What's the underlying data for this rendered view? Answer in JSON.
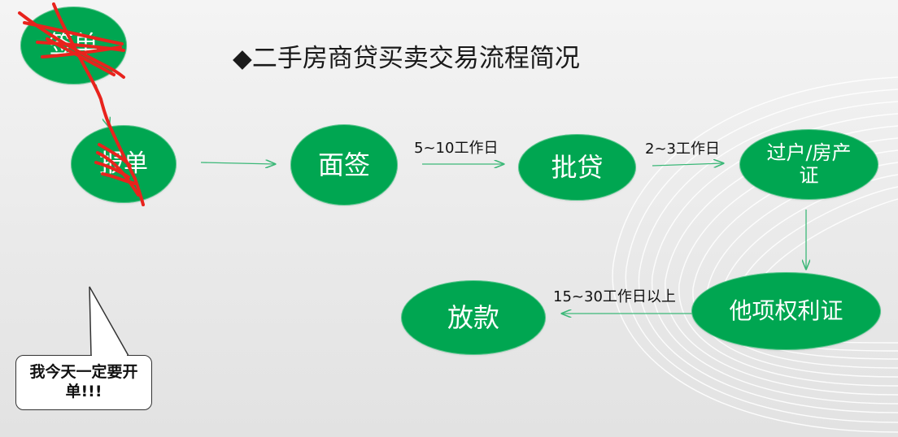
{
  "title": "◆二手房商贷买卖交易流程简况",
  "nodes": {
    "sign": "签单",
    "approve_order": "报单",
    "interview": "面签",
    "loan_approval": "批贷",
    "transfer": "过户/房产证",
    "other_rights": "他项权利证",
    "disbursement": "放款"
  },
  "edge_labels": {
    "interview_to_loan": "5~10工作日",
    "loan_to_transfer": "2~3工作日",
    "rights_to_disbursement": "15~30工作日以上"
  },
  "callout": {
    "text": "我今天一定要开单!!!"
  },
  "colors": {
    "node_fill": "#00a651",
    "arrow": "#3cb878",
    "scribble": "#e8231d"
  }
}
